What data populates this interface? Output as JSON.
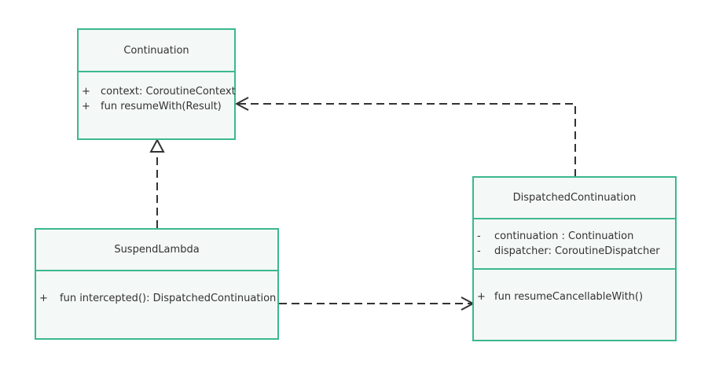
{
  "classes": {
    "continuation": {
      "name": "Continuation",
      "members": [
        {
          "vis": "+",
          "text": "context: CoroutineContext"
        },
        {
          "vis": "+",
          "text": "fun resumeWith(Result)"
        }
      ]
    },
    "suspend_lambda": {
      "name": "SuspendLambda",
      "members": [
        {
          "vis": "+",
          "text": "fun intercepted(): DispatchedContinuation"
        }
      ]
    },
    "dispatched_continuation": {
      "name": "DispatchedContinuation",
      "attributes": [
        {
          "vis": "-",
          "text": "continuation : Continuation"
        },
        {
          "vis": "-",
          "text": "dispatcher: CoroutineDispatcher"
        }
      ],
      "operations": [
        {
          "vis": "+",
          "text": "fun resumeCancellableWith()"
        }
      ]
    }
  },
  "colors": {
    "border": "#3cb88f",
    "fill": "#f4f8f6",
    "edge": "#333333"
  }
}
